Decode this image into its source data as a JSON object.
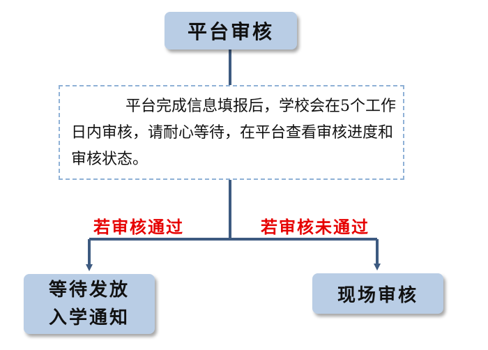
{
  "nodes": {
    "top": "平台审核",
    "info": "平台完成信息填报后，学校会在5个工作日内审核，请耐心等待，在平台查看审核进度和审核状态。",
    "left_line1": "等待发放",
    "left_line2": "入学通知",
    "right": "现场审核"
  },
  "labels": {
    "pass": "若审核通过",
    "fail": "若审核未通过"
  },
  "colors": {
    "node_fill": "#b9cde5",
    "connector": "#3d5a80",
    "dashed_border": "#8fb1d6",
    "label_text": "#e60000"
  }
}
